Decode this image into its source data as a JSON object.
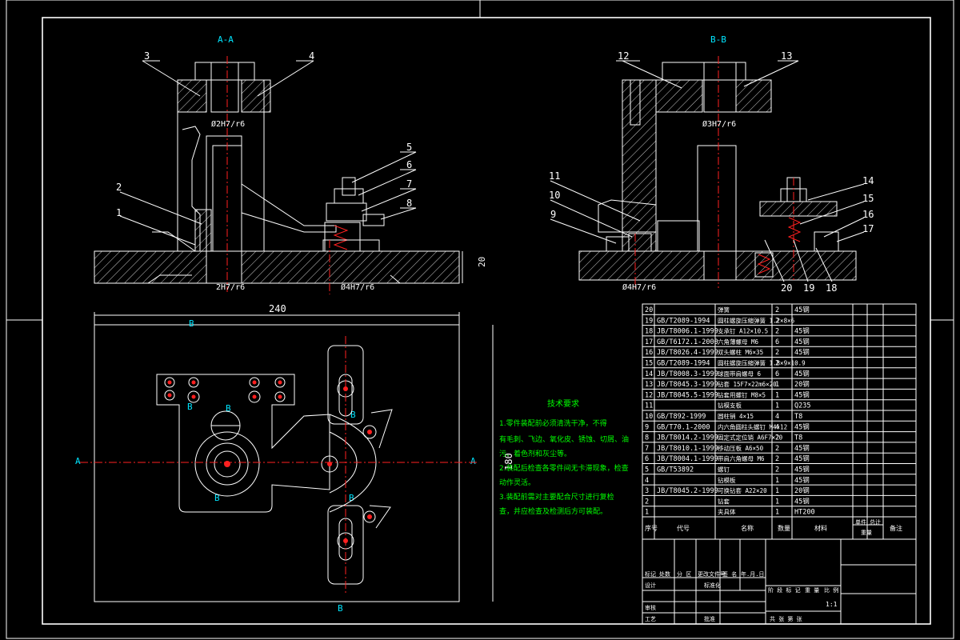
{
  "views": {
    "section_aa": "A-A",
    "section_bb": "B-B"
  },
  "markers": {
    "a": "A",
    "b": "B"
  },
  "dims": {
    "width": "240",
    "height": "180",
    "base_thk": "20",
    "fit_top_aa": "Ø2H7/r6",
    "fit_bot_aa": "2H7/r6",
    "fit_right_aa": "Ø4H7/r6",
    "fit_top_bb": "Ø3H7/r6",
    "fit_bot_bb": "Ø4H7/r6"
  },
  "balloons_aa": [
    "1",
    "2",
    "3",
    "4",
    "5",
    "6",
    "7",
    "8"
  ],
  "balloons_bb": [
    "9",
    "10",
    "11",
    "12",
    "13",
    "14",
    "15",
    "16",
    "17",
    "18",
    "19",
    "20"
  ],
  "tech_req": {
    "title": "技术要求",
    "lines": [
      "1.零件装配前必须清洗干净，不得",
      "有毛刺、飞边、氧化皮、锈蚀、切屑、油",
      "污、着色剂和灰尘等。",
      "2.装配后检查各零件间无卡滞现象，检查",
      "动作灵活。",
      "3.装配前需对主要配合尺寸进行复检",
      "查，并应检查及检测后方可装配。"
    ]
  },
  "bom": [
    {
      "no": "20",
      "code": "",
      "name": "弹簧",
      "qty": "2",
      "mat": "45钢"
    },
    {
      "no": "19",
      "code": "GB/T2089-1994",
      "name": "圆柱螺旋压缩弹簧 1.2×8×6",
      "qty": "2",
      "mat": ""
    },
    {
      "no": "18",
      "code": "JB/T8006.1-1999",
      "name": "支承钉 A12×10.5",
      "qty": "2",
      "mat": "45钢"
    },
    {
      "no": "17",
      "code": "GB/T6172.1-2000",
      "name": "六角薄螺母 M6",
      "qty": "6",
      "mat": "45钢"
    },
    {
      "no": "16",
      "code": "JB/T8026.4-1999",
      "name": "双头螺柱 M6×35",
      "qty": "2",
      "mat": "45钢"
    },
    {
      "no": "15",
      "code": "GB/T2089-1994",
      "name": "圆柱螺旋压缩弹簧 1.8×9×10.9",
      "qty": "2",
      "mat": ""
    },
    {
      "no": "14",
      "code": "JB/T8008.3-1999",
      "name": "球面带肩螺母 6",
      "qty": "6",
      "mat": "45钢"
    },
    {
      "no": "13",
      "code": "JB/T8045.3-1999",
      "name": "钻套 15F7×22m6×20",
      "qty": "1",
      "mat": "20钢"
    },
    {
      "no": "12",
      "code": "JB/T8045.5-1999",
      "name": "钻套用螺钉 M8×5",
      "qty": "1",
      "mat": "45钢"
    },
    {
      "no": "11",
      "code": "",
      "name": "钻模支板",
      "qty": "1",
      "mat": "Q235"
    },
    {
      "no": "10",
      "code": "GB/T892-1999",
      "name": "圆柱销 4×15",
      "qty": "4",
      "mat": "T8"
    },
    {
      "no": "9",
      "code": "GB/T70.1-2000",
      "name": "内六角圆柱头螺钉 M4×12",
      "qty": "4",
      "mat": "45钢"
    },
    {
      "no": "8",
      "code": "JB/T8014.2-1999",
      "name": "固定式定位销 A6F7×20",
      "qty": "2",
      "mat": "T8"
    },
    {
      "no": "7",
      "code": "JB/T8010.1-1999",
      "name": "移动压板 A6×50",
      "qty": "2",
      "mat": "45钢"
    },
    {
      "no": "6",
      "code": "JB/T8004.1-1999",
      "name": "带肩六角螺母 M6",
      "qty": "2",
      "mat": "45钢"
    },
    {
      "no": "5",
      "code": "GB/T53892",
      "name": "螺钉",
      "qty": "2",
      "mat": "45钢"
    },
    {
      "no": "4",
      "code": "",
      "name": "钻模板",
      "qty": "1",
      "mat": "45钢"
    },
    {
      "no": "3",
      "code": "JB/T8045.2-1999",
      "name": "可换钻套 A22×20",
      "qty": "1",
      "mat": "20钢"
    },
    {
      "no": "2",
      "code": "",
      "name": "钻套",
      "qty": "1",
      "mat": "45钢"
    },
    {
      "no": "1",
      "code": "",
      "name": "夹具体",
      "qty": "1",
      "mat": "HT200"
    }
  ],
  "bom_header": {
    "no": "序号",
    "code": "代号",
    "name": "名称",
    "qty": "数量",
    "mat": "材料",
    "unit": "单件",
    "total": "总计",
    "weight": "重量",
    "remark": "备注"
  },
  "title_block": {
    "mark": "标记",
    "count": "处数",
    "zone": "分 区",
    "change_doc": "更改文件号",
    "sign": "签 名",
    "date": "年.月.日",
    "design": "设计",
    "standard": "标准化",
    "review": "审核",
    "process": "工艺",
    "approve": "批准",
    "stage_mark": "阶 段 标 记",
    "weight": "重 量",
    "ratio": "比 例",
    "ratio_val": "1:1",
    "sheets": "共   张   第   张"
  }
}
